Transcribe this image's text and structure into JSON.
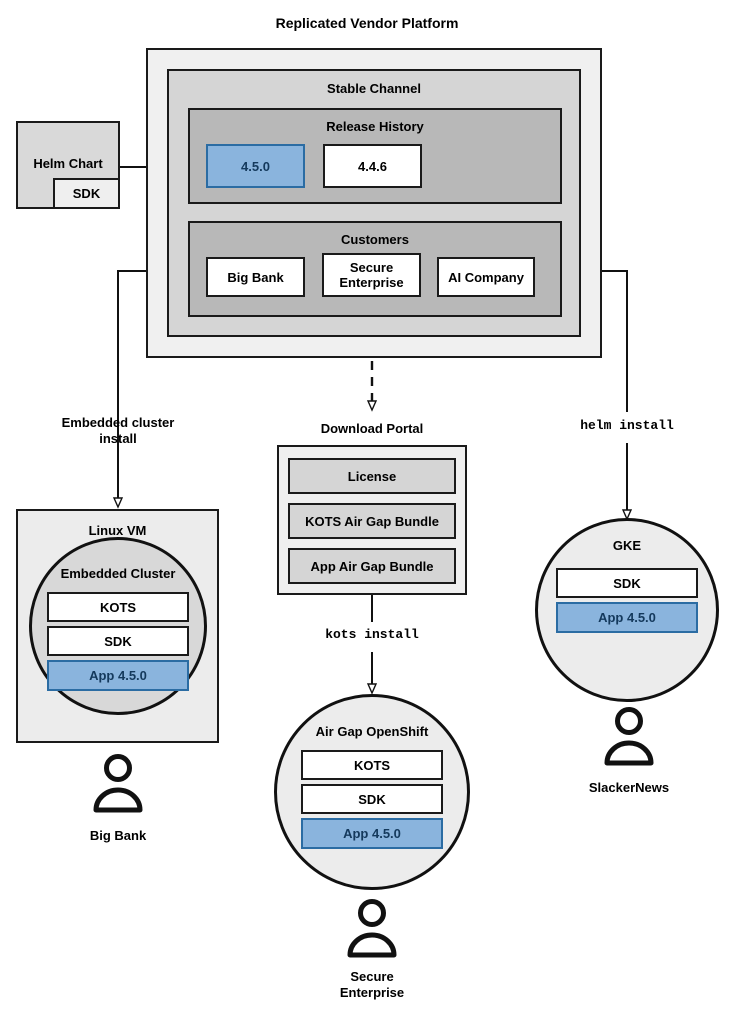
{
  "diagram": {
    "title": "Replicated Vendor Platform",
    "platform": {
      "channel_label": "Stable Channel",
      "release_history": {
        "label": "Release History",
        "releases": [
          {
            "version": "4.5.0",
            "highlighted": true
          },
          {
            "version": "4.4.6",
            "highlighted": false
          }
        ]
      },
      "customers": {
        "label": "Customers",
        "items": [
          {
            "name": "Big Bank"
          },
          {
            "name": "Secure\nEnterprise"
          },
          {
            "name": "AI Company"
          }
        ]
      }
    },
    "source": {
      "title": "Helm Chart",
      "component": "SDK"
    },
    "edges": [
      {
        "id": "embedded",
        "label": "Embedded cluster\ninstall",
        "style": "solid"
      },
      {
        "id": "portal",
        "label": "",
        "style": "dashed"
      },
      {
        "id": "helm",
        "label": "helm install",
        "style": "solid",
        "mono": true
      },
      {
        "id": "kots",
        "label": "kots install",
        "style": "solid",
        "mono": true
      }
    ],
    "download_portal": {
      "title": "Download Portal",
      "artifacts": [
        "License",
        "KOTS Air Gap Bundle",
        "App Air Gap Bundle"
      ]
    },
    "targets": [
      {
        "id": "linux-vm",
        "host_label": "Linux VM",
        "cluster_label": "Embedded Cluster",
        "components": [
          {
            "label": "KOTS",
            "highlighted": false
          },
          {
            "label": "SDK",
            "highlighted": false
          },
          {
            "label": "App 4.5.0",
            "highlighted": true
          }
        ],
        "customer": "Big Bank"
      },
      {
        "id": "airgap-openshift",
        "host_label": "Air Gap OpenShift",
        "components": [
          {
            "label": "KOTS",
            "highlighted": false
          },
          {
            "label": "SDK",
            "highlighted": false
          },
          {
            "label": "App 4.5.0",
            "highlighted": true
          }
        ],
        "customer": "Secure\nEnterprise"
      },
      {
        "id": "gke",
        "host_label": "GKE",
        "components": [
          {
            "label": "SDK",
            "highlighted": false
          },
          {
            "label": "App 4.5.0",
            "highlighted": true
          }
        ],
        "customer": "SlackerNews"
      }
    ],
    "colors": {
      "accent_blue_fill": "#8ab4dd",
      "accent_blue_border": "#2b6ca3",
      "accent_blue_text": "#14395c",
      "panel_outer": "#f0f0f0",
      "panel_channel": "#d5d5d5",
      "panel_inner": "#b8b8b8",
      "node_fill": "#ececec",
      "stroke": "#1a1a1a"
    }
  }
}
